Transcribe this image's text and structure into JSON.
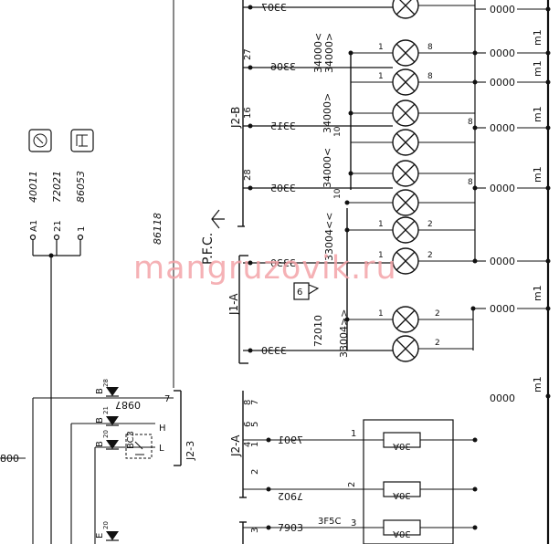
{
  "watermark": "mangruzovik.ru",
  "connector_labels": {
    "j2b": "J2-B",
    "j1a": "J1-A",
    "j2a": "J2-A",
    "j23": "J2-3",
    "pfc": "P.F.C."
  },
  "left_block": {
    "ids": [
      "40011",
      "72021",
      "86053"
    ],
    "terminals": [
      "A1",
      "21",
      "1"
    ],
    "ref": "86118",
    "bc3": "BC3"
  },
  "wires": {
    "w3307": "3307",
    "w3306": "3306",
    "w3315": "3315",
    "w3305": "3305",
    "w3330a": "3330",
    "w3330b": "3330",
    "w0987": "0987",
    "w7901": "7901",
    "w7902": "7902",
    "w7903": "7903",
    "w3f5c": "3F5C",
    "w72010": "72010",
    "w800": "800"
  },
  "part_refs": {
    "r34000a": "34000<",
    "r34000b": "34000>",
    "r34000c": "34000>",
    "r34000d": "34000<",
    "r33004a": "33004<<",
    "r33004b": "33004>>"
  },
  "pins": {
    "p27": "27",
    "p16": "16",
    "p28": "28",
    "p10a": "10",
    "p10b": "10",
    "p1": "1",
    "p2": "2",
    "p3": "3",
    "p4": "4",
    "p5": "5",
    "p6": "6",
    "p7": "7",
    "p8": "8",
    "pH": "H",
    "pL": "L",
    "p20": "20",
    "p21": "21",
    "p28b": "28",
    "p2b": "2"
  },
  "ground_codes": {
    "g1": "0000",
    "g2": "0000",
    "g3": "0000",
    "g4": "0000",
    "g5": "0000",
    "g6": "0000",
    "g7": "0000",
    "g8": "0000"
  },
  "bus_labels": {
    "m1a": "m1",
    "m1b": "m1",
    "m1c": "m1",
    "m1d": "m1",
    "m1e": "m1",
    "m1f": "m1"
  },
  "fuses": {
    "f1": "30A",
    "f2": "30A",
    "f3": "30A"
  },
  "letters": {
    "B1": "B",
    "B2": "B",
    "B3": "B",
    "E1": "E",
    "six": "6"
  }
}
